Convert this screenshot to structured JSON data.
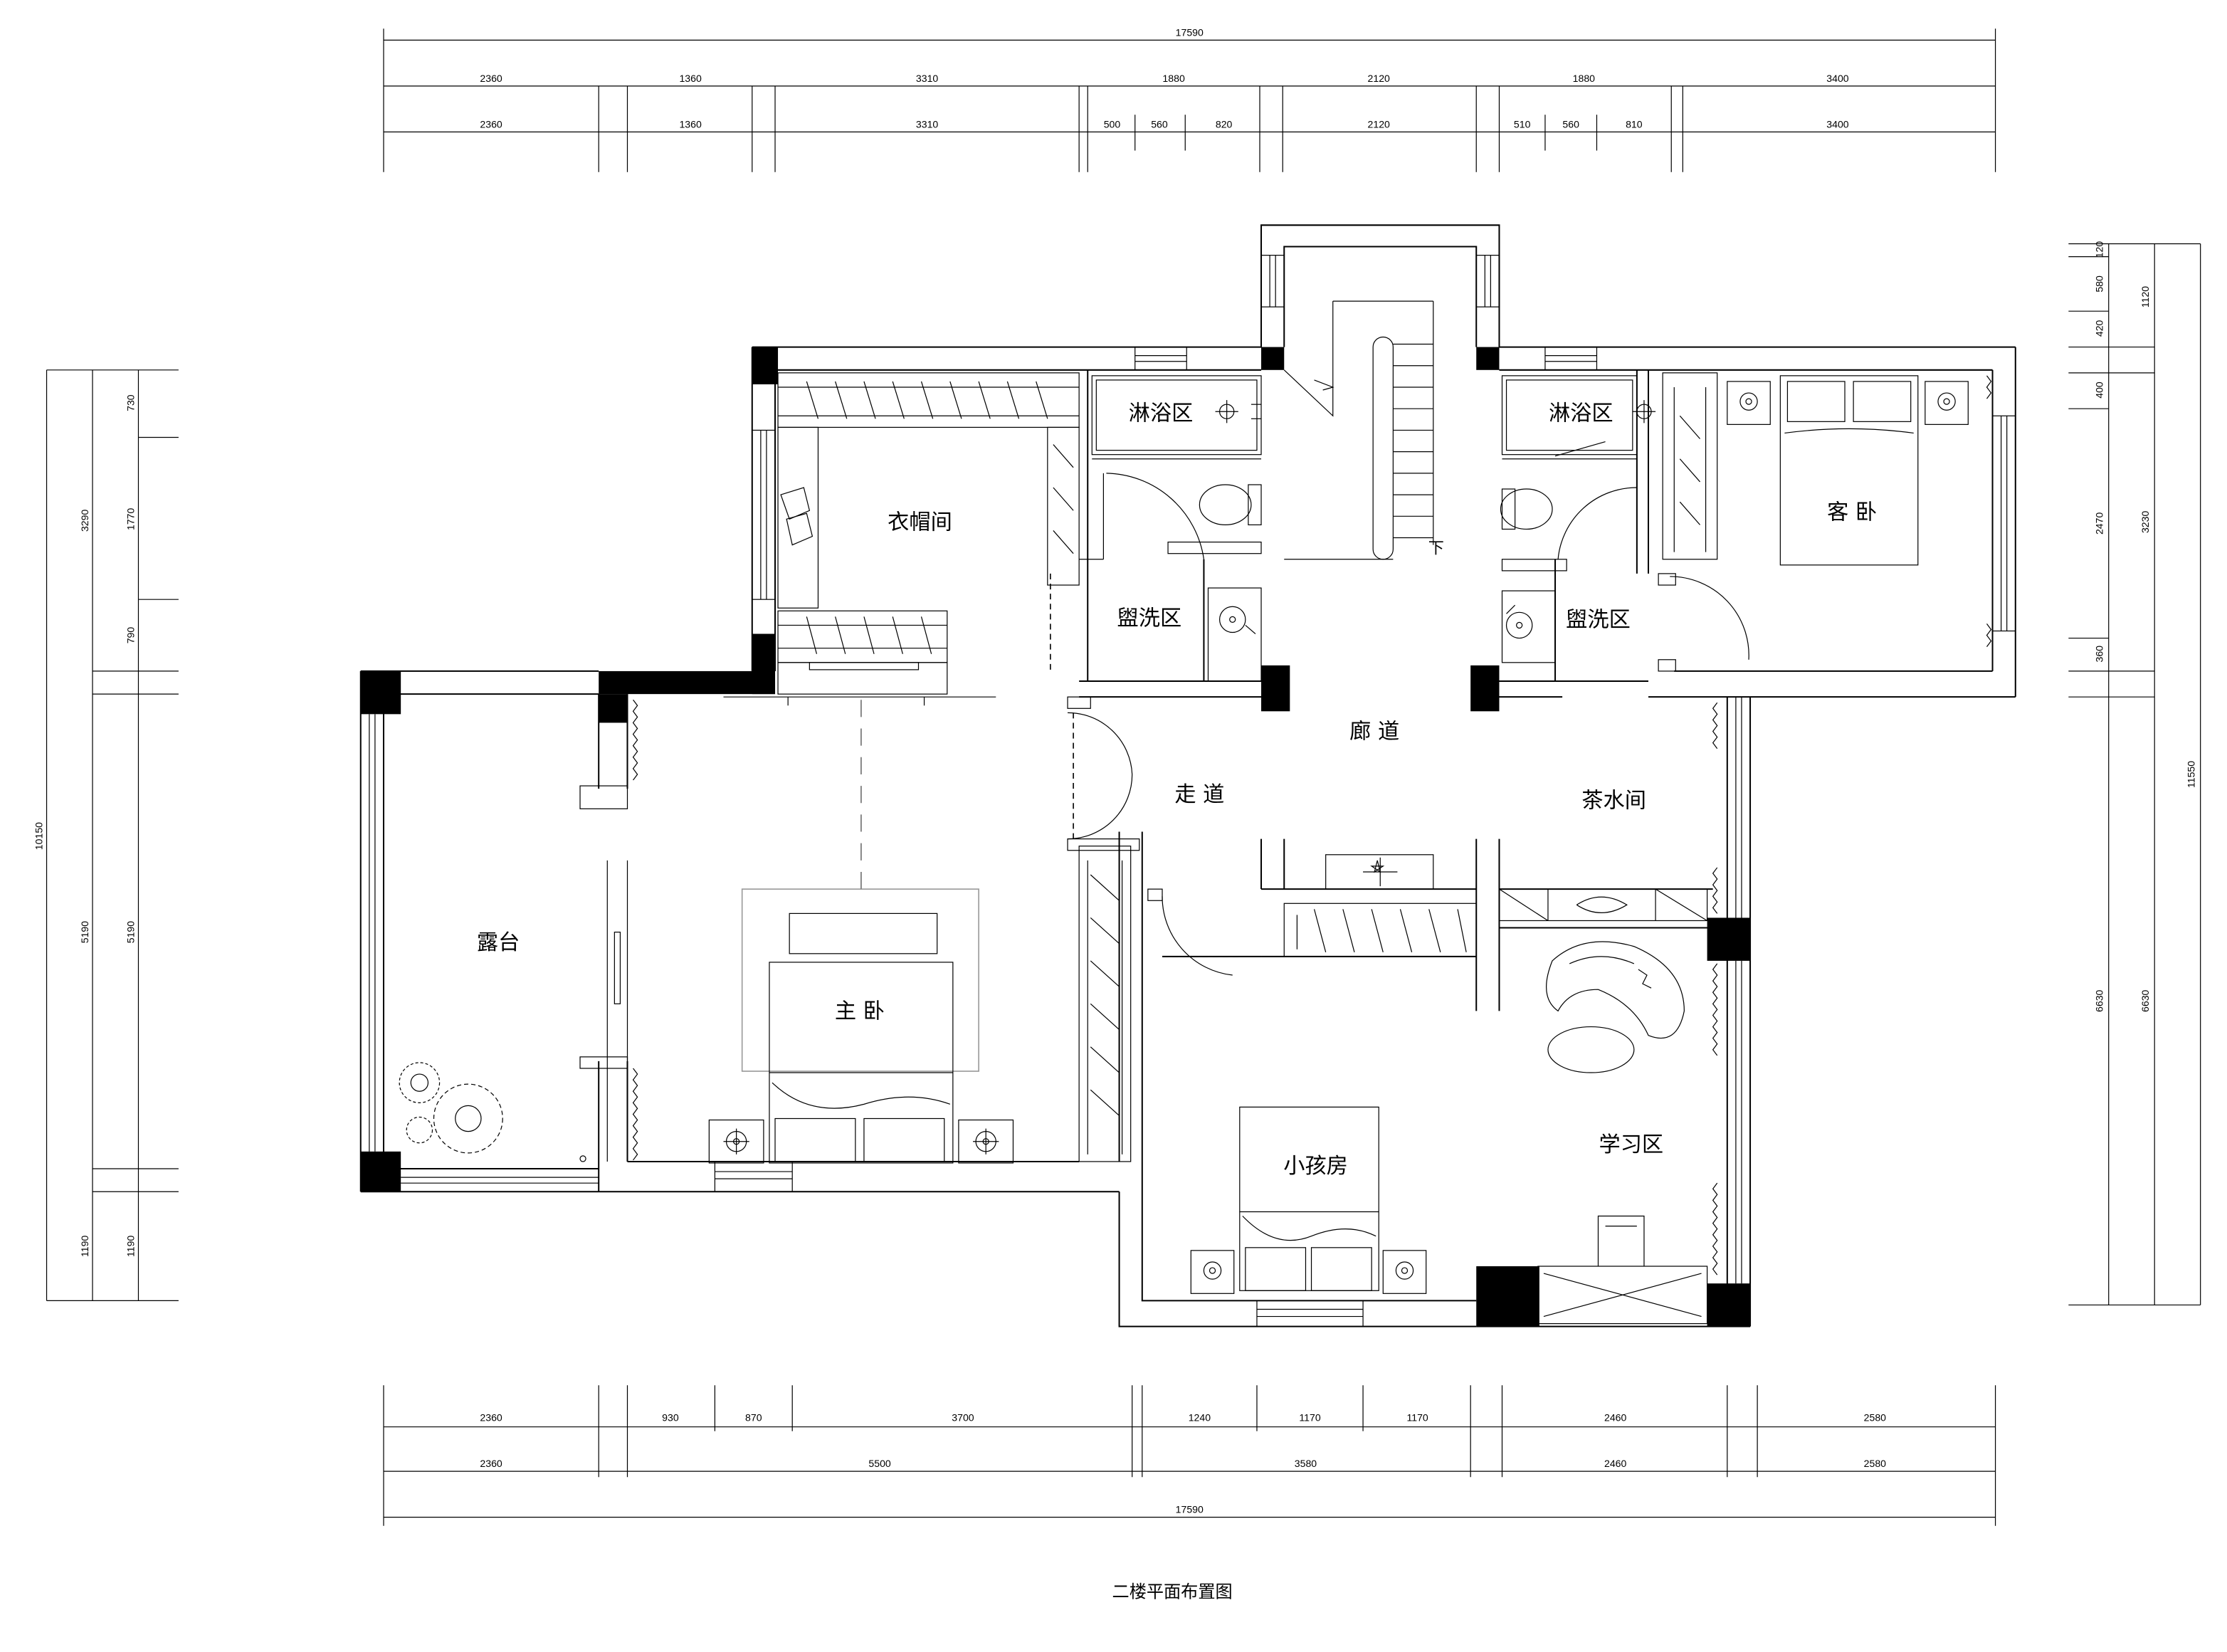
{
  "title": "二楼平面布置图",
  "rooms": {
    "shower_left": "淋浴区",
    "shower_right": "淋浴区",
    "cloakroom": "衣帽间",
    "wash_left": "盥洗区",
    "wash_right": "盥洗区",
    "guest_bedroom": "客 卧",
    "corridor": "廊 道",
    "walkway": "走 道",
    "tea_room": "茶水间",
    "terrace": "露台",
    "master_bedroom": "主 卧",
    "kids_room": "小孩房",
    "study": "学习区",
    "stair_down": "下"
  },
  "dimensions": {
    "top_total": "17590",
    "top_row1": [
      "2360",
      "1360",
      "3310",
      "1880",
      "2120",
      "1880",
      "3400"
    ],
    "top_row2": [
      "2360",
      "1360",
      "3310",
      "500",
      "560",
      "820",
      "2120",
      "510",
      "560",
      "810",
      "3400"
    ],
    "bottom_row1": [
      "2360",
      "930",
      "870",
      "3700",
      "1240",
      "1170",
      "1170",
      "2460",
      "2580"
    ],
    "bottom_row2": [
      "2360",
      "5500",
      "3580",
      "2460",
      "2580"
    ],
    "bottom_total": "17590",
    "left_outer": "10150",
    "left_mid": [
      "3290",
      "5190",
      "1190"
    ],
    "left_inner": [
      "730",
      "1770",
      "790",
      "5190",
      "1190"
    ],
    "right_outer": "11550",
    "right_mid": [
      "1120",
      "3230",
      "6630"
    ],
    "right_inner": [
      "120",
      "580",
      "420",
      "400",
      "2470",
      "360",
      "6630"
    ]
  }
}
